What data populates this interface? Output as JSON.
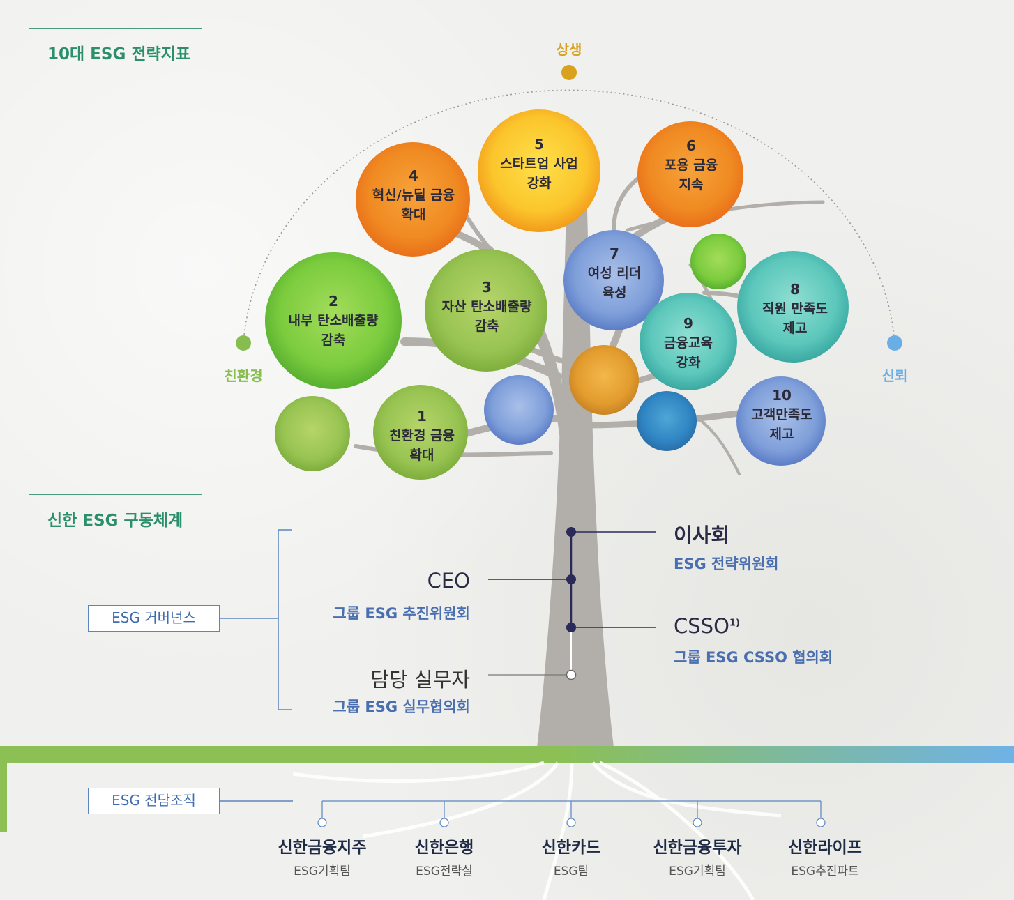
{
  "sections": {
    "strategy_title": "10대 ESG 전략지표",
    "governance_title": "신한 ESG 구동체계"
  },
  "axis_labels": {
    "top": "상생",
    "left": "친환경",
    "right": "신뢰"
  },
  "indicators": [
    {
      "num": "1",
      "label1": "친환경 금융",
      "label2": "확대"
    },
    {
      "num": "2",
      "label1": "내부 탄소배출량",
      "label2": "감축"
    },
    {
      "num": "3",
      "label1": "자산 탄소배출량",
      "label2": "감축"
    },
    {
      "num": "4",
      "label1": "혁신/뉴딜 금융",
      "label2": "확대"
    },
    {
      "num": "5",
      "label1": "스타트업 사업",
      "label2": "강화"
    },
    {
      "num": "6",
      "label1": "포용 금융",
      "label2": "지속"
    },
    {
      "num": "7",
      "label1": "여성 리더",
      "label2": "육성"
    },
    {
      "num": "8",
      "label1": "직원 만족도",
      "label2": "제고"
    },
    {
      "num": "9",
      "label1": "금융교육",
      "label2": "강화"
    },
    {
      "num": "10",
      "label1": "고객만족도",
      "label2": "제고"
    }
  ],
  "governance": {
    "box_label": "ESG 거버넌스",
    "board": {
      "title": "이사회",
      "sub": "ESG 전략위원회"
    },
    "ceo": {
      "title": "CEO",
      "sub": "그룹 ESG 추진위원회"
    },
    "csso": {
      "title": "CSSO",
      "sup": "1)",
      "sub": "그룹 ESG CSSO 협의회"
    },
    "staff": {
      "title": "담당 실무자",
      "sub": "그룹 ESG 실무협의회"
    }
  },
  "dedicated": {
    "box_label": "ESG 전담조직",
    "orgs": [
      {
        "name": "신한금융지주",
        "team": "ESG기획팀"
      },
      {
        "name": "신한은행",
        "team": "ESG전략실"
      },
      {
        "name": "신한카드",
        "team": "ESG팀"
      },
      {
        "name": "신한금융투자",
        "team": "ESG기획팀"
      },
      {
        "name": "신한라이프",
        "team": "ESG추진파트"
      }
    ]
  },
  "colors": {
    "accent_green": "#2b8f6e",
    "axis_top": "#d9a21e",
    "axis_left": "#86bd4e",
    "axis_right": "#6aaee6",
    "governance_navy": "#2a2a58",
    "governance_blue": "#4a6fb0",
    "trunk": "#b2aea9"
  }
}
